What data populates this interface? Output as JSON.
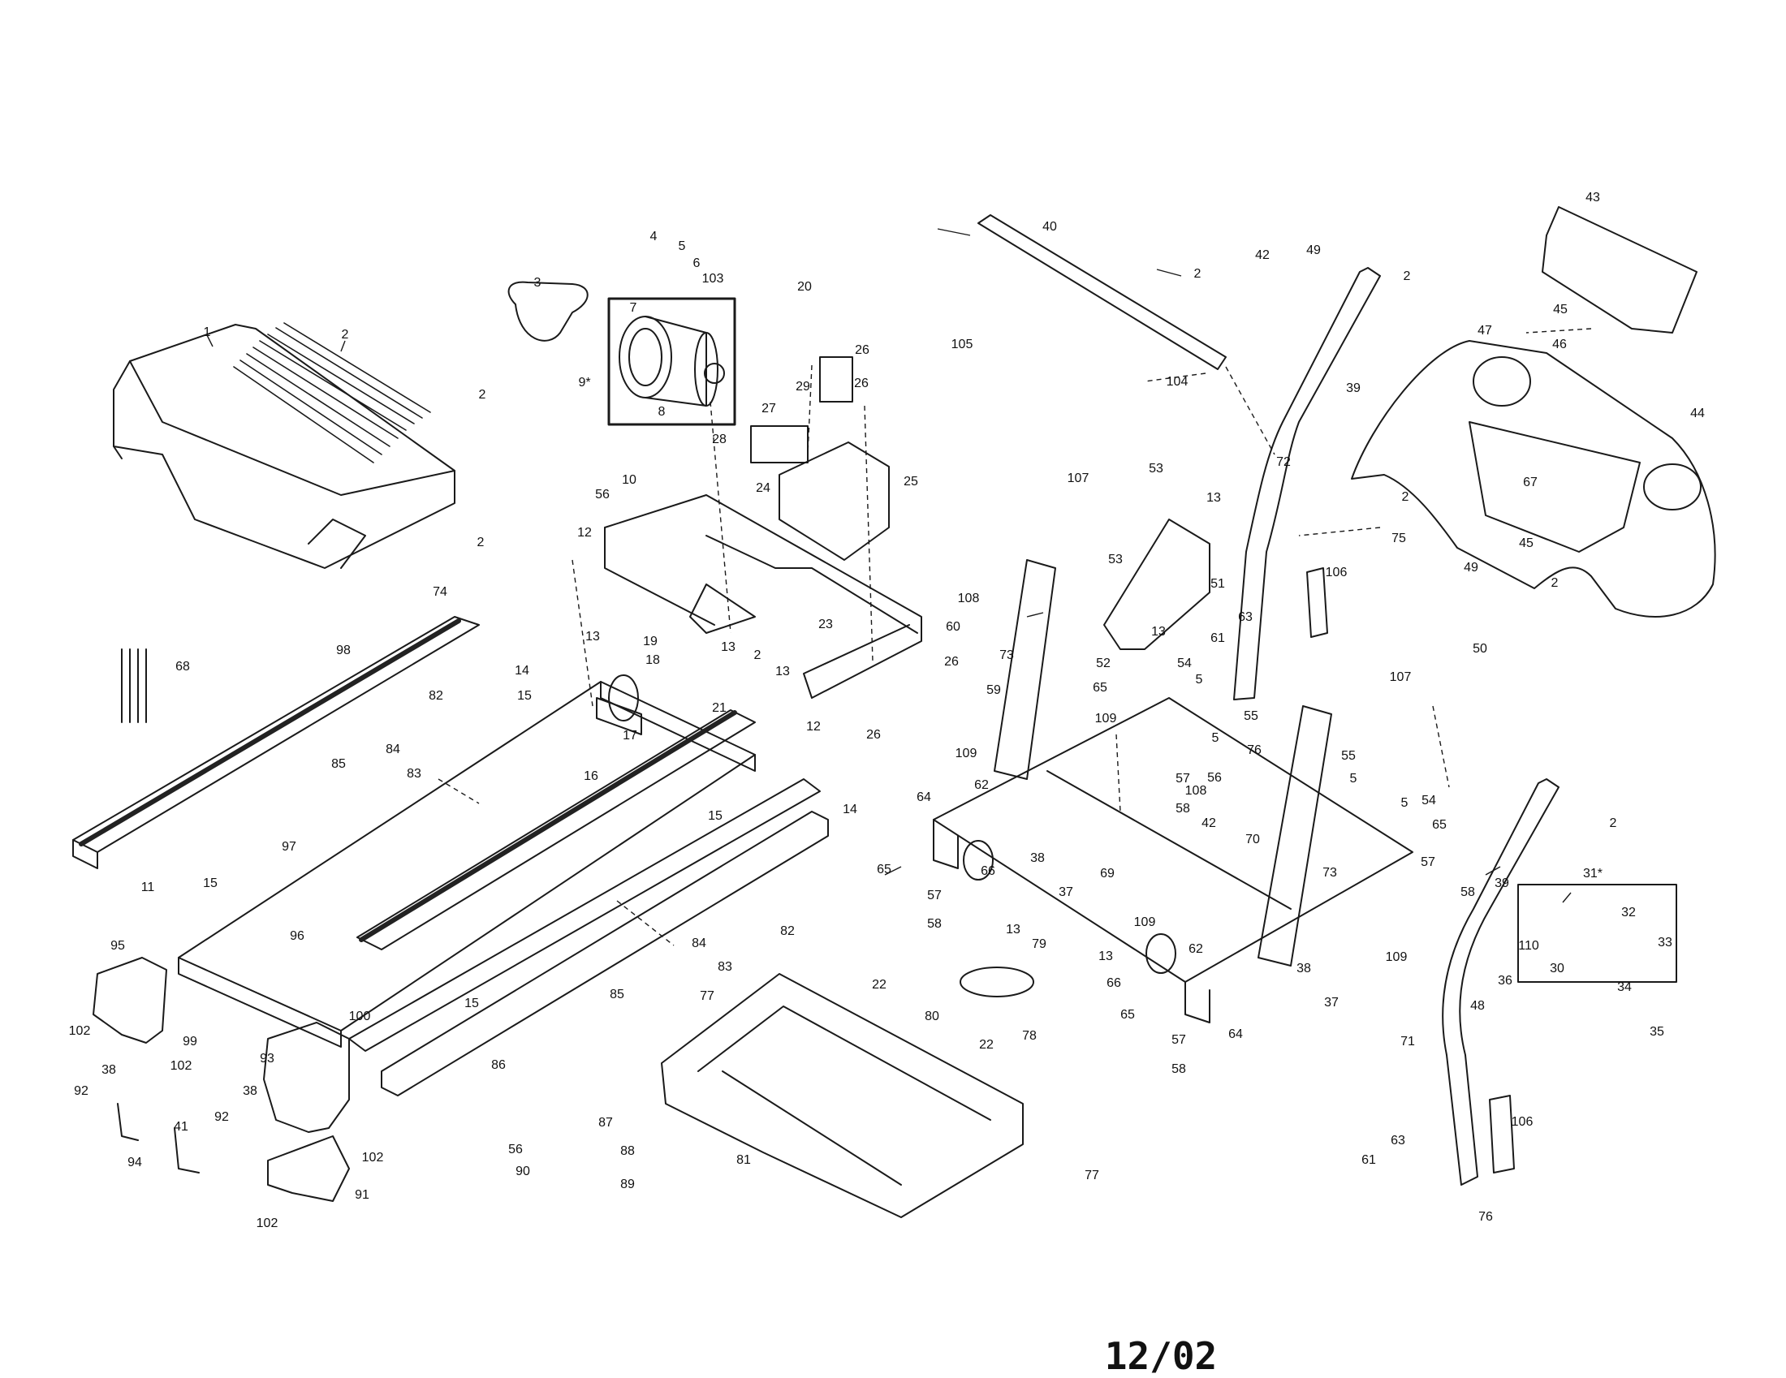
{
  "diagram": {
    "callouts": [
      "1",
      "2",
      "3",
      "4",
      "5",
      "6",
      "7",
      "8",
      "9*",
      "10",
      "11",
      "12",
      "13",
      "14",
      "15",
      "16",
      "17",
      "18",
      "19",
      "20",
      "21",
      "22",
      "23",
      "24",
      "25",
      "26",
      "27",
      "28",
      "29",
      "30",
      "31*",
      "32",
      "33",
      "34",
      "35",
      "36",
      "37",
      "38",
      "39",
      "40",
      "41",
      "42",
      "43",
      "44",
      "45",
      "46",
      "47",
      "48",
      "49",
      "50",
      "51",
      "52",
      "53",
      "54",
      "55",
      "56",
      "57",
      "58",
      "59",
      "60",
      "61",
      "62",
      "63",
      "64",
      "65",
      "66",
      "67",
      "68",
      "69",
      "70",
      "71",
      "72",
      "73",
      "74",
      "75",
      "76",
      "77",
      "78",
      "79",
      "80",
      "81",
      "82",
      "83",
      "84",
      "85",
      "86",
      "87",
      "88",
      "89",
      "90",
      "91",
      "92",
      "93",
      "94",
      "95",
      "96",
      "97",
      "98",
      "99",
      "100",
      "102",
      "103",
      "104",
      "105",
      "106",
      "107",
      "108",
      "109",
      "110"
    ],
    "date_code": "12/02",
    "colors": {
      "ink": "#1a1a1a",
      "paper": "#ffffff",
      "hatch": "#222222"
    }
  }
}
